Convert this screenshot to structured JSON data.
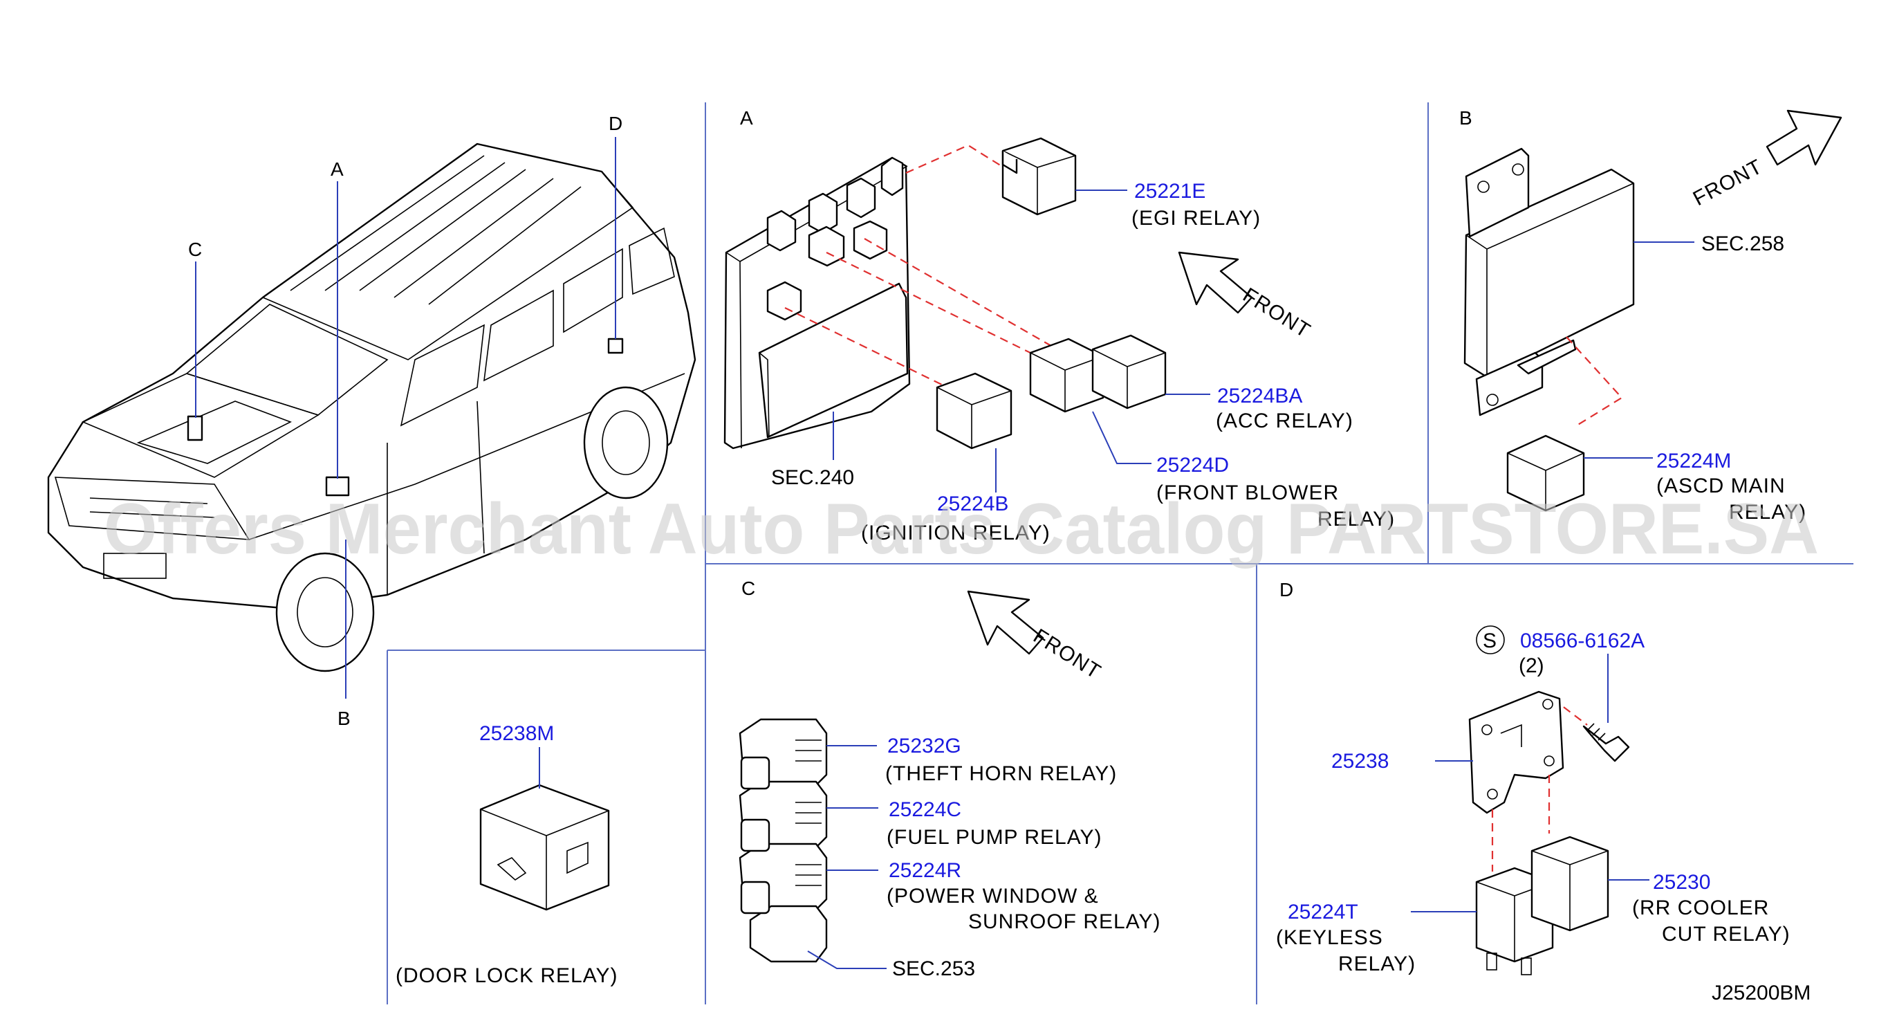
{
  "diagram": {
    "sections": {
      "A": {
        "letter": "A"
      },
      "B": {
        "letter": "B"
      },
      "C": {
        "letter": "C"
      },
      "D": {
        "letter": "D"
      }
    },
    "vehicle_callouts": {
      "a": "A",
      "b": "B",
      "c": "C",
      "d": "D"
    },
    "front_label": "FRONT",
    "parts": {
      "egi_relay": {
        "number": "25221E",
        "name": "(EGI  RELAY)"
      },
      "acc_relay": {
        "number": "25224BA",
        "name": "(ACC  RELAY)"
      },
      "front_blower_relay": {
        "number": "25224D",
        "name_line1": "(FRONT  BLOWER",
        "name_line2": "RELAY)"
      },
      "ignition_relay": {
        "number": "25224B",
        "name": "(IGNITION  RELAY)"
      },
      "sec_240": "SEC.240",
      "sec_258": "SEC.258",
      "ascd_main_relay": {
        "number": "25224M",
        "name_line1": "(ASCD  MAIN",
        "name_line2": "RELAY)"
      },
      "door_lock_relay": {
        "number": "25238M",
        "name": "(DOOR  LOCK  RELAY)"
      },
      "theft_horn_relay": {
        "number": "25232G",
        "name": "(THEFT  HORN  RELAY)"
      },
      "fuel_pump_relay": {
        "number": "25224C",
        "name": "(FUEL  PUMP  RELAY)"
      },
      "power_window_relay": {
        "number": "25224R",
        "name_line1": "(POWER  WINDOW  &",
        "name_line2": "SUNROOF  RELAY)"
      },
      "sec_253": "SEC.253",
      "screw": {
        "symbol": "S",
        "number": "08566-6162A",
        "qty": "(2)"
      },
      "bracket": {
        "number": "25238"
      },
      "keyless_relay": {
        "number": "25224T",
        "name_line1": "(KEYLESS",
        "name_line2": "RELAY)"
      },
      "rr_cooler_relay": {
        "number": "25230",
        "name_line1": "(RR  COOLER",
        "name_line2": "CUT  RELAY)"
      }
    },
    "diagram_code": "J25200BM",
    "watermark": "Offers Merchant Auto Parts Catalog PARTSTORE.SA"
  }
}
